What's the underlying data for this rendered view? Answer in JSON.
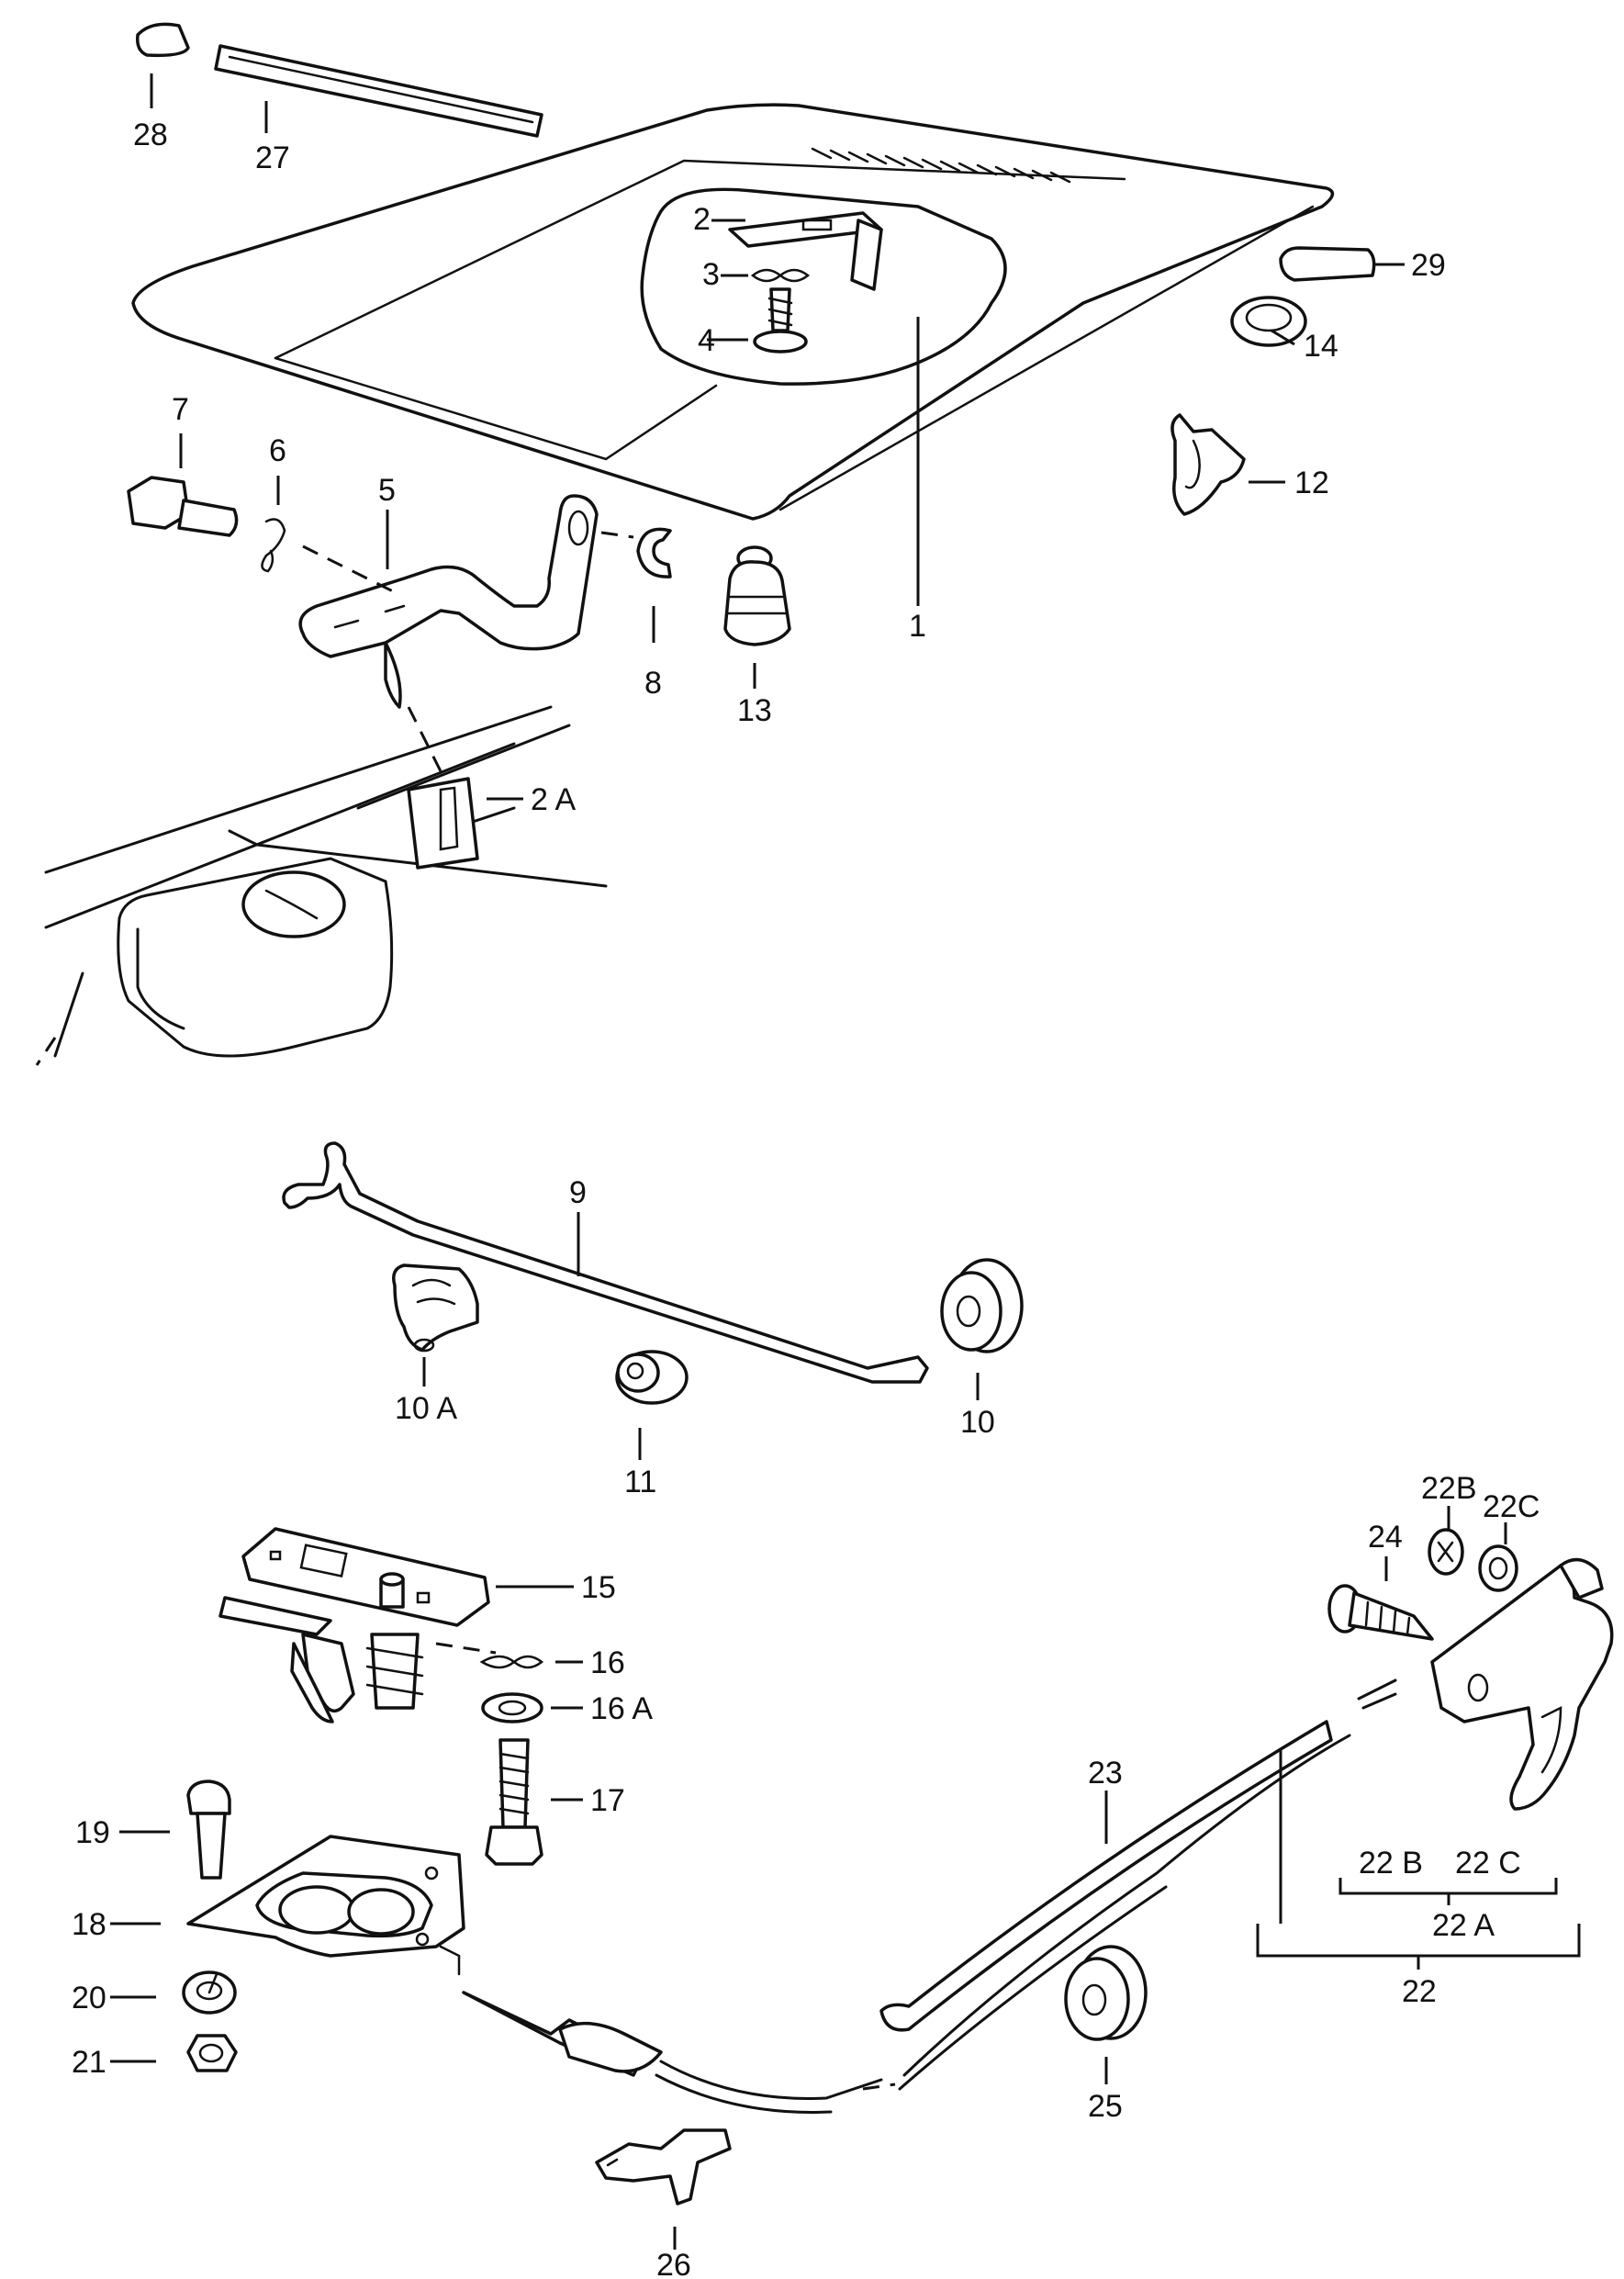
{
  "callouts": [
    {
      "id": "1",
      "label": "1"
    },
    {
      "id": "2",
      "label": "2"
    },
    {
      "id": "2A",
      "label": "2 A"
    },
    {
      "id": "3",
      "label": "3"
    },
    {
      "id": "4",
      "label": "4"
    },
    {
      "id": "5",
      "label": "5"
    },
    {
      "id": "6",
      "label": "6"
    },
    {
      "id": "7",
      "label": "7"
    },
    {
      "id": "8",
      "label": "8"
    },
    {
      "id": "9",
      "label": "9"
    },
    {
      "id": "10",
      "label": "10"
    },
    {
      "id": "10A",
      "label": "10 A"
    },
    {
      "id": "11",
      "label": "11"
    },
    {
      "id": "12",
      "label": "12"
    },
    {
      "id": "13",
      "label": "13"
    },
    {
      "id": "14",
      "label": "14"
    },
    {
      "id": "15",
      "label": "15"
    },
    {
      "id": "16",
      "label": "16"
    },
    {
      "id": "16A",
      "label": "16 A"
    },
    {
      "id": "17",
      "label": "17"
    },
    {
      "id": "18",
      "label": "18"
    },
    {
      "id": "19",
      "label": "19"
    },
    {
      "id": "20",
      "label": "20"
    },
    {
      "id": "21",
      "label": "21"
    },
    {
      "id": "22",
      "label": "22"
    },
    {
      "id": "22A",
      "label": "22 A"
    },
    {
      "id": "22B",
      "label": "22B"
    },
    {
      "id": "22C",
      "label": "22C"
    },
    {
      "id": "22Bsub",
      "label": "22 B"
    },
    {
      "id": "22Csub",
      "label": "22 C"
    },
    {
      "id": "23",
      "label": "23"
    },
    {
      "id": "24",
      "label": "24"
    },
    {
      "id": "25",
      "label": "25"
    },
    {
      "id": "26",
      "label": "26"
    },
    {
      "id": "27",
      "label": "27"
    },
    {
      "id": "28",
      "label": "28"
    },
    {
      "id": "29",
      "label": "29"
    }
  ]
}
